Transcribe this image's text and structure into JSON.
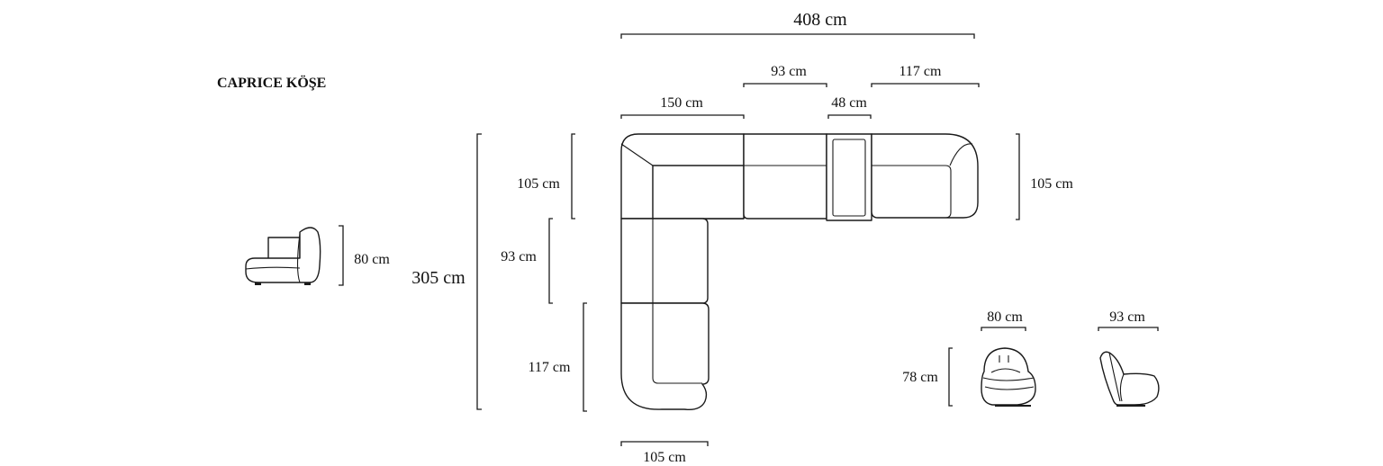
{
  "title": "CAPRICE KÖŞE",
  "dimensions": {
    "total_width": "408 cm",
    "seg_150": "150 cm",
    "seg_93_top": "93 cm",
    "seg_48": "48 cm",
    "seg_117_top": "117 cm",
    "left_105": "105 cm",
    "left_93": "93 cm",
    "left_117": "117 cm",
    "total_height": "305 cm",
    "right_105": "105 cm",
    "bottom_105": "105 cm",
    "side_80": "80 cm",
    "chair_width_80": "80 cm",
    "chair_side_93": "93 cm",
    "chair_height_78": "78 cm"
  }
}
